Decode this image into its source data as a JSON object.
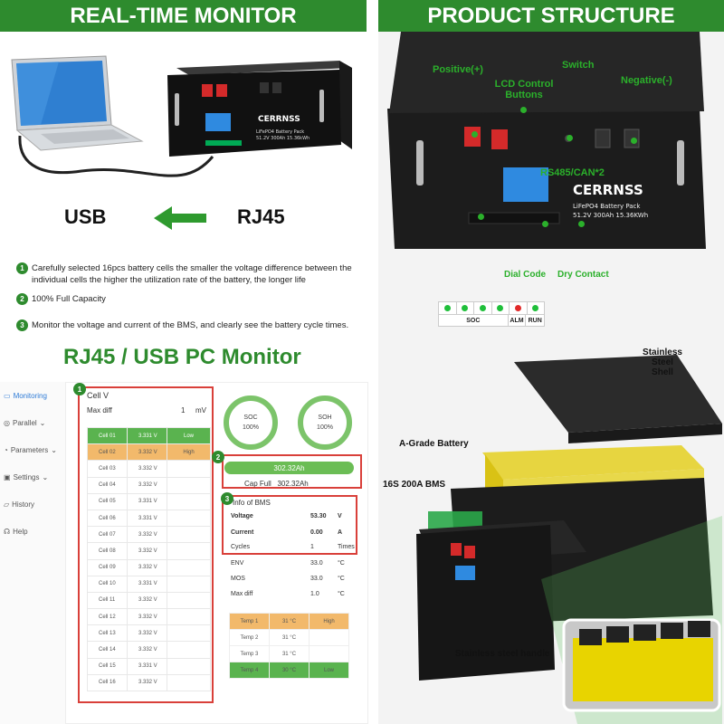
{
  "header_left": "REAL-TIME MONITOR",
  "header_right": "PRODUCT STRUCTURE",
  "usb_label": "USB",
  "rj45_label": "RJ45",
  "battery_brand": "CERRNSS",
  "battery_front": {
    "line1": "LiFePO4 Battery Pack",
    "line2": "51.2V 300Ah 15.36kWh"
  },
  "features": [
    {
      "num": "1",
      "text": "Carefully selected 16pcs battery cells the smaller the voltage difference between the individual cells the higher the utilization rate of the battery, the longer life"
    },
    {
      "num": "2",
      "text": "100% Full Capacity"
    },
    {
      "num": "3",
      "text": "Monitor the voltage and current of the BMS, and clearly see the battery cycle times."
    }
  ],
  "monitor_title": "RJ45 / USB PC Monitor",
  "sidebar": [
    "Monitoring",
    "Parallel",
    "Parameters",
    "Settings",
    "History",
    "Help"
  ],
  "cell_panel": {
    "title": "Cell V",
    "max_diff_label": "Max diff",
    "max_diff_value": "1",
    "max_diff_unit": "mV",
    "cells": [
      {
        "name": "Cell 01",
        "v": "3.331 V",
        "flag": "Low"
      },
      {
        "name": "Cell 02",
        "v": "3.332 V",
        "flag": "High"
      },
      {
        "name": "Cell 03",
        "v": "3.332 V",
        "flag": ""
      },
      {
        "name": "Cell 04",
        "v": "3.332 V",
        "flag": ""
      },
      {
        "name": "Cell 05",
        "v": "3.331 V",
        "flag": ""
      },
      {
        "name": "Cell 06",
        "v": "3.331 V",
        "flag": ""
      },
      {
        "name": "Cell 07",
        "v": "3.332 V",
        "flag": ""
      },
      {
        "name": "Cell 08",
        "v": "3.332 V",
        "flag": ""
      },
      {
        "name": "Cell 09",
        "v": "3.332 V",
        "flag": ""
      },
      {
        "name": "Cell 10",
        "v": "3.331 V",
        "flag": ""
      },
      {
        "name": "Cell 11",
        "v": "3.332 V",
        "flag": ""
      },
      {
        "name": "Cell 12",
        "v": "3.332 V",
        "flag": ""
      },
      {
        "name": "Cell 13",
        "v": "3.332 V",
        "flag": ""
      },
      {
        "name": "Cell 14",
        "v": "3.332 V",
        "flag": ""
      },
      {
        "name": "Cell 15",
        "v": "3.331 V",
        "flag": ""
      },
      {
        "name": "Cell 16",
        "v": "3.332 V",
        "flag": ""
      }
    ]
  },
  "soc": {
    "label": "SOC",
    "value": "100%"
  },
  "soh": {
    "label": "SOH",
    "value": "100%"
  },
  "capacity": {
    "bar": "302.32Ah",
    "cap_full_label": "Cap Full",
    "cap_full_value": "302.32Ah"
  },
  "bms": {
    "title": "Info of BMS",
    "rows": [
      {
        "k": "Voltage",
        "v": "53.30",
        "u": "V"
      },
      {
        "k": "Current",
        "v": "0.00",
        "u": "A"
      },
      {
        "k": "Cycles",
        "v": "1",
        "u": "Times"
      },
      {
        "k": "ENV",
        "v": "33.0",
        "u": "°C"
      },
      {
        "k": "MOS",
        "v": "33.0",
        "u": "°C"
      },
      {
        "k": "Max diff",
        "v": "1.0",
        "u": "°C"
      }
    ]
  },
  "temps": [
    {
      "name": "Temp 1",
      "v": "31 °C",
      "flag": "High"
    },
    {
      "name": "Temp 2",
      "v": "31 °C",
      "flag": ""
    },
    {
      "name": "Temp 3",
      "v": "31 °C",
      "flag": ""
    },
    {
      "name": "Temp 4",
      "v": "30 °C",
      "flag": "Low"
    }
  ],
  "structure_labels": {
    "positive": "Positive(+)",
    "switch": "Switch",
    "lcd": "LCD Control Buttons",
    "negative": "Negative(-)",
    "rs485": "RS485/CAN*2",
    "dial": "Dial Code",
    "dry": "Dry Contact",
    "shell": "Stainless Steel Shell",
    "agrade": "A-Grade Battery",
    "bms": "16S 200A BMS",
    "handle": "Stainless steel handle"
  },
  "indicator": {
    "labels": [
      "SOC",
      "ALM",
      "RUN"
    ]
  },
  "front_panel": {
    "line1": "LiFePO4 Battery Pack",
    "line2": "51.2V 300Ah 15.36KWh"
  },
  "colors": {
    "green": "#2e8b2e",
    "red": "#d9403a",
    "light_green": "#6bbd55",
    "orange": "#f2b96b"
  }
}
